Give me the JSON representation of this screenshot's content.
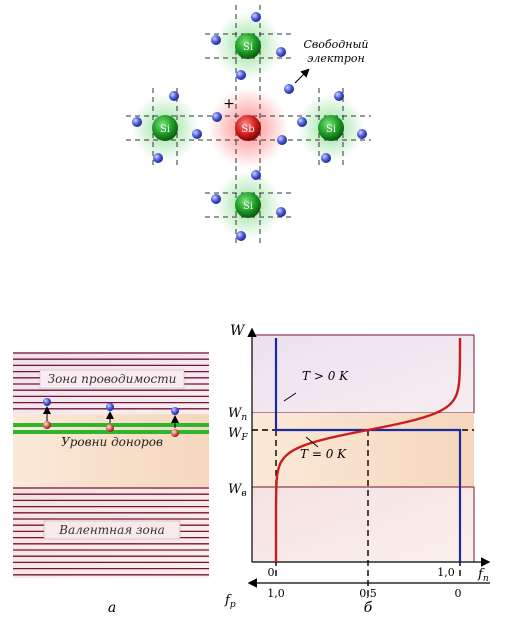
{
  "lattice": {
    "center_atom": "Sb",
    "neighbor_atoms": [
      "Si",
      "Si",
      "Si",
      "Si"
    ],
    "plus_sign": "+",
    "free_electron_label_line1": "Свободный",
    "free_electron_label_line2": "электрон",
    "colors": {
      "si": "#1a9a22",
      "sb": "#d42020",
      "electron": "#4b5ae0",
      "arrow": "#000000"
    }
  },
  "bands": {
    "conduction_label": "Зона проводимости",
    "donor_label": "Уровни доноров",
    "valence_label": "Валентная зона",
    "caption": "а",
    "colors": {
      "stripe": "#7a1330",
      "donor": "#2eb52e",
      "gap": "#f7dcc2",
      "conduction_bg": "#f1e2ea",
      "valence_bg": "#f6e1e1"
    }
  },
  "plot": {
    "w_axis_label": "W",
    "w_c_label": "W",
    "w_c_sub": "п",
    "w_f_label": "W",
    "w_f_sub": "F",
    "w_v_label": "W",
    "w_v_sub": "в",
    "curve_hot_label": "T > 0 K",
    "curve_cold_label": "T = 0 K",
    "fn_label": "f",
    "fn_sub": "n",
    "fp_label": "f",
    "fp_sub": "p",
    "fn_ticks": [
      "0",
      "1,0"
    ],
    "fp_ticks": [
      "1,0",
      "0,5",
      "0"
    ],
    "caption": "б",
    "colors": {
      "hot_curve": "#c81e1e",
      "cold_curve": "#1b2a9c",
      "band_edge": "#7a1330"
    }
  }
}
